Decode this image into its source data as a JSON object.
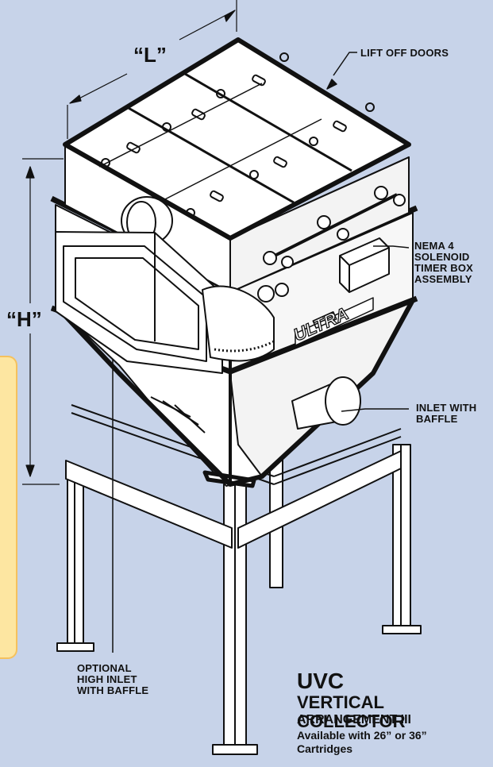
{
  "labels": {
    "dim_length": "“L”",
    "dim_height": "“H”",
    "lift_off_doors": "LIFT OFF DOORS",
    "solenoid_box": "NEMA 4\nSOLENOID\nTIMER BOX\nASSEMBLY",
    "inlet_baffle": "INLET WITH\nBAFFLE",
    "optional_inlet": "OPTIONAL\nHIGH INLET\nWITH BAFFLE",
    "brand_logo": "ULTRA"
  },
  "caption": {
    "title": "UVC",
    "subtitle": "VERTICAL COLLECTOR",
    "arrangement": "ARRANGEMENT III",
    "availability": "Available with 26” or 36”\nCartridges"
  }
}
